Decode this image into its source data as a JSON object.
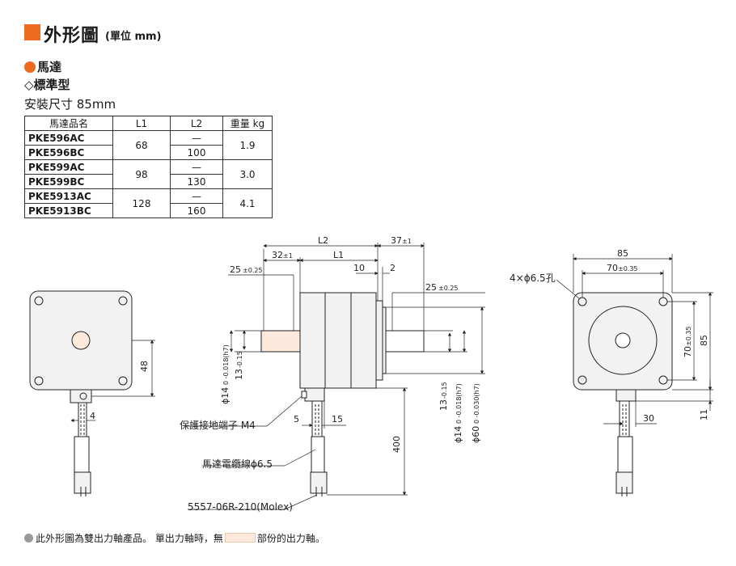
{
  "header": {
    "title": "外形圖",
    "unit": "(單位 mm)"
  },
  "section": {
    "motor_label": "馬達",
    "type_label": "◇標準型",
    "size_label": "安裝尺寸 85mm"
  },
  "table": {
    "headers": [
      "馬達品名",
      "L1",
      "L2",
      "重量 kg"
    ],
    "rows": [
      {
        "model": "PKE596AC",
        "l1": "68",
        "l2": "—",
        "weight": "1.9"
      },
      {
        "model": "PKE596BC",
        "l2": "100"
      },
      {
        "model": "PKE599AC",
        "l1": "98",
        "l2": "—",
        "weight": "3.0"
      },
      {
        "model": "PKE599BC",
        "l2": "130"
      },
      {
        "model": "PKE5913AC",
        "l1": "128",
        "l2": "—",
        "weight": "4.1"
      },
      {
        "model": "PKE5913BC",
        "l2": "160"
      }
    ]
  },
  "dimensions": {
    "L2": "L2",
    "L1": "L1",
    "d37": "37",
    "d37_tol": "±1",
    "d32": "32",
    "d32_tol": "±1",
    "d10": "10",
    "d2": "2",
    "d25": "25",
    "d25_tol": "±0.25",
    "d48": "48",
    "d4": "4",
    "d5": "5",
    "d15": "15",
    "d400": "400",
    "d85": "85",
    "d70": "70",
    "d70_tol": "±0.35",
    "d30": "30",
    "d11": "11",
    "hole": "4×ϕ6.5孔",
    "shaft14": "ϕ14",
    "shaft14_tol": "0 -0.018(h7)",
    "d13": "13",
    "d13_tol": "-0.15",
    "pilot60": "ϕ60",
    "pilot60_tol": "0 -0.030(h7)"
  },
  "labels": {
    "ground": "保護接地端子 M4",
    "cable": "馬達電纜線ϕ6.5",
    "connector": "5557-06R-210(Molex)"
  },
  "footer": {
    "text1": "此外形圖為雙出力軸產品。 單出力軸時，無",
    "text2": "部份的出力軸。"
  },
  "colors": {
    "accent": "#ee6a1f",
    "shaft_fill": "#fce9dc",
    "motor_fill": "#f2f2f2"
  }
}
